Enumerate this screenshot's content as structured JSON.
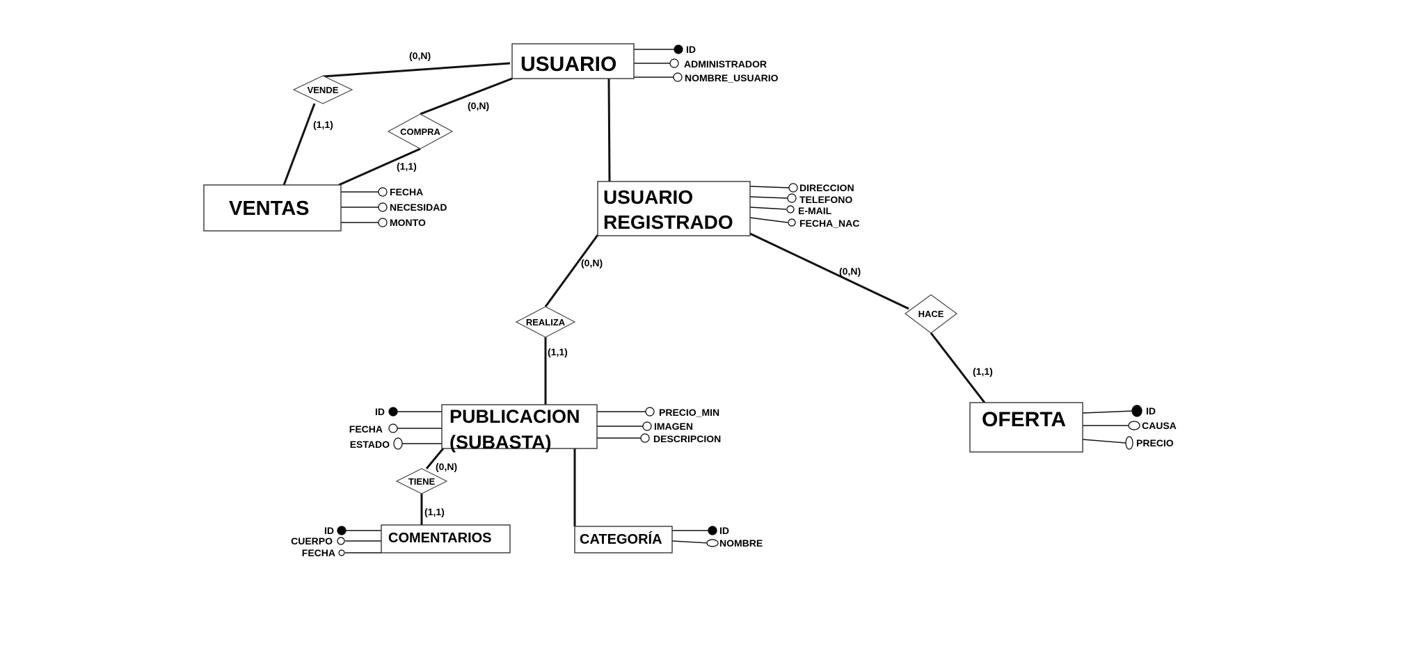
{
  "entities": {
    "usuario": "USUARIO",
    "usuario_registrado_1": "USUARIO",
    "usuario_registrado_2": "REGISTRADO",
    "ventas": "VENTAS",
    "publicacion_1": "PUBLICACION",
    "publicacion_2": "(SUBASTA)",
    "oferta": "OFERTA",
    "comentarios": "COMENTARIOS",
    "categoria": "CATEGORÍA"
  },
  "relationships": {
    "vende": "VENDE",
    "compra": "COMPRA",
    "realiza": "REALIZA",
    "hace": "HACE",
    "tiene": "TIENE"
  },
  "attributes": {
    "usuario": [
      "ID",
      "ADMINISTRADOR",
      "NOMBRE_USUARIO"
    ],
    "ventas": [
      "FECHA",
      "NECESIDAD",
      "MONTO"
    ],
    "usuario_registrado": [
      "DIRECCION",
      "TELEFONO",
      "E-MAIL",
      "FECHA_NAC"
    ],
    "publicacion_left": [
      "ID",
      "FECHA",
      "ESTADO"
    ],
    "publicacion_right": [
      "PRECIO_MIN",
      "IMAGEN",
      "DESCRIPCION"
    ],
    "oferta": [
      "ID",
      "CAUSA",
      "PRECIO"
    ],
    "comentarios": [
      "ID",
      "CUERPO",
      "FECHA"
    ],
    "categoria": [
      "ID",
      "NOMBRE"
    ]
  },
  "cardinalities": {
    "usuario_vende": "(0,N)",
    "vende_ventas": "(1,1)",
    "usuario_compra": "(0,N)",
    "compra_ventas": "(1,1)",
    "registrado_realiza": "(0,N)",
    "realiza_publicacion": "(1,1)",
    "registrado_hace": "(0,N)",
    "hace_oferta": "(1,1)",
    "publicacion_tiene": "(0,N)",
    "tiene_comentarios": "(1,1)"
  },
  "colors": {
    "ink": "#000000",
    "background": "#ffffff"
  }
}
